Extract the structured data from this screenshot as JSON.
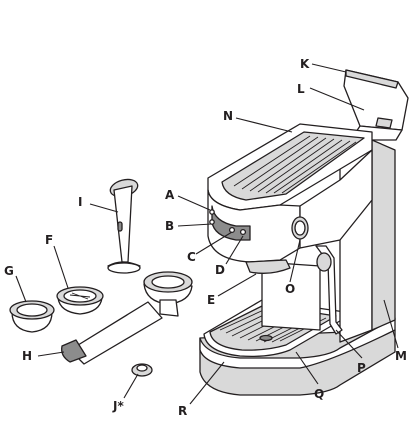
{
  "diagram": {
    "labels": {
      "A": "A",
      "B": "B",
      "C": "C",
      "D": "D",
      "E": "E",
      "F": "F",
      "G": "G",
      "H": "H",
      "I": "I",
      "J": "J*",
      "K": "K",
      "L": "L",
      "M": "M",
      "N": "N",
      "O": "O",
      "P": "P",
      "Q": "Q",
      "R": "R"
    }
  }
}
